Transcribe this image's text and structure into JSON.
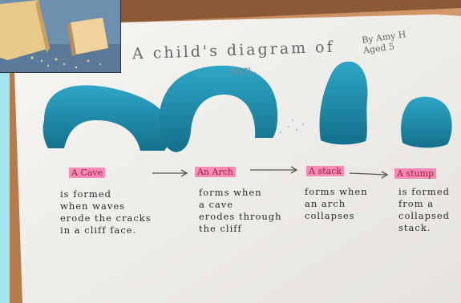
{
  "title": "A child's diagram of",
  "title_line2": "ion.",
  "author_line1": "By Amy H",
  "author_line2": "Aged 5",
  "stages": [
    {
      "label": "A Cave",
      "text": "is formed\nwhen waves\nerode the cracks\nin a cliff face."
    },
    {
      "label": "An Arch",
      "text": "forms when\na cave\nerodes through\nthe cliff"
    },
    {
      "label": "A stack",
      "text": "forms when\nan arch\ncollapses"
    },
    {
      "label": "A stump",
      "text": "is formed\nfrom a\ncollapsed\nstack."
    }
  ],
  "colors": {
    "clay": "#1f8fb0",
    "clay_dark": "#136a86",
    "paper": "#f2f0ec",
    "highlighter": "#ff3c8c",
    "table": "#c98a5a"
  }
}
